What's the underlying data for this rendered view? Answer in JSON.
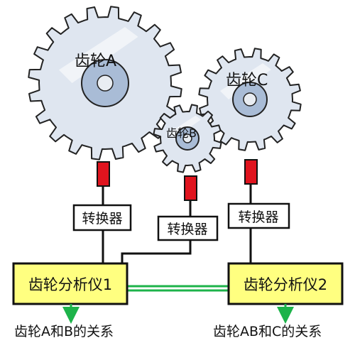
{
  "gears": {
    "a": {
      "label": "齿轮A"
    },
    "b": {
      "label": "齿轮B"
    },
    "c": {
      "label": "齿轮C"
    }
  },
  "converters": {
    "left": {
      "label": "转换器"
    },
    "middle": {
      "label": "转换器"
    },
    "right": {
      "label": "转换器"
    }
  },
  "analyzers": {
    "one": {
      "label": "齿轮分析仪1"
    },
    "two": {
      "label": "齿轮分析仪2"
    }
  },
  "outputs": {
    "one": {
      "label": "齿轮A和B的关系"
    },
    "two": {
      "label": "齿轮AB和C的关系"
    }
  },
  "colors": {
    "gear_fill": "#dfe6f0",
    "gear_hub": "#a9bcd6",
    "sensor_red": "#e0141e",
    "analyzer_fill": "#ffff80",
    "link_green": "#1db34a",
    "arrow_green": "#1db34a"
  }
}
